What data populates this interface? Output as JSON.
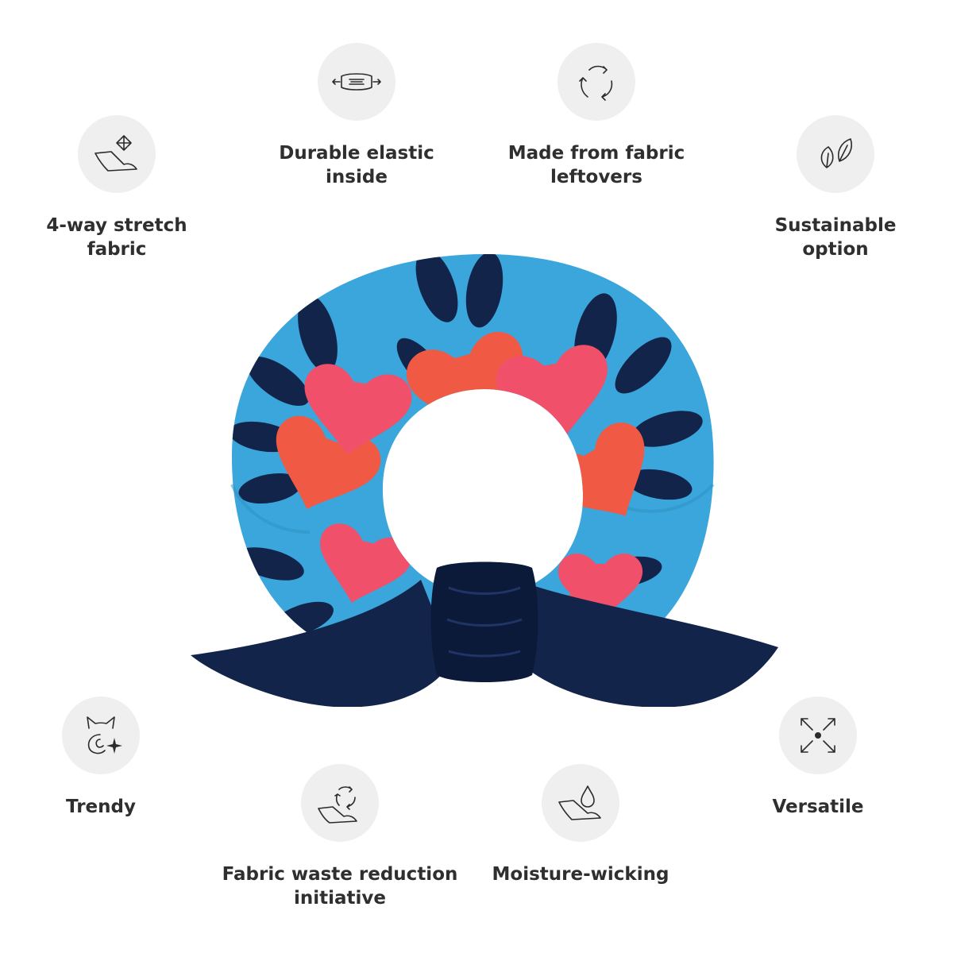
{
  "features": [
    {
      "id": "durable",
      "label": "Durable elastic\ninside",
      "icon": "stretch-elastic-icon"
    },
    {
      "id": "leftovers",
      "label": "Made from fabric\nleftovers",
      "icon": "recycle-icon"
    },
    {
      "id": "stretch",
      "label": "4-way stretch\nfabric",
      "icon": "four-way-stretch-icon"
    },
    {
      "id": "sustainable",
      "label": "Sustainable\noption",
      "icon": "leaves-icon"
    },
    {
      "id": "trendy",
      "label": "Trendy",
      "icon": "cat-sparkle-icon"
    },
    {
      "id": "versatile",
      "label": "Versatile",
      "icon": "expand-arrows-icon"
    },
    {
      "id": "waste",
      "label": "Fabric waste reduction\ninitiative",
      "icon": "fabric-recycle-icon"
    },
    {
      "id": "moisture",
      "label": "Moisture-wicking",
      "icon": "water-drop-fabric-icon"
    }
  ],
  "colors": {
    "scrunchie_blue": "#3aa6dc",
    "navy": "#13244a",
    "heart_red": "#f05a45",
    "heart_pink": "#f0506a",
    "icon_bg": "#efefef",
    "text": "#2f2f2f"
  }
}
